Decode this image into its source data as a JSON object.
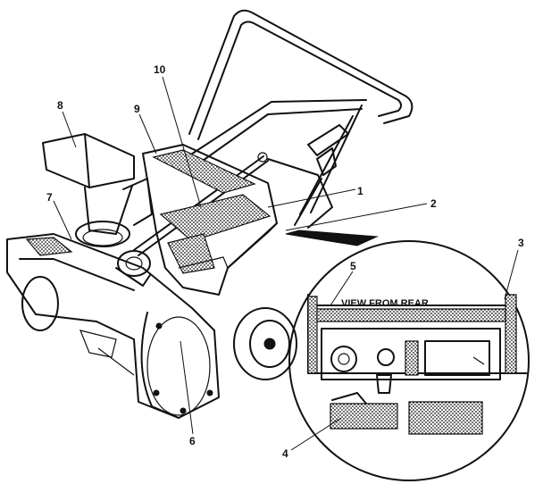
{
  "callouts": {
    "c1": "1",
    "c2": "2",
    "c3": "3",
    "c4": "4",
    "c5": "5",
    "c6": "6",
    "c7": "7",
    "c8": "8",
    "c9": "9",
    "c10": "10"
  },
  "inset": {
    "caption": "VIEW FROM REAR"
  },
  "colors": {
    "ink": "#111111",
    "paper": "#ffffff"
  }
}
